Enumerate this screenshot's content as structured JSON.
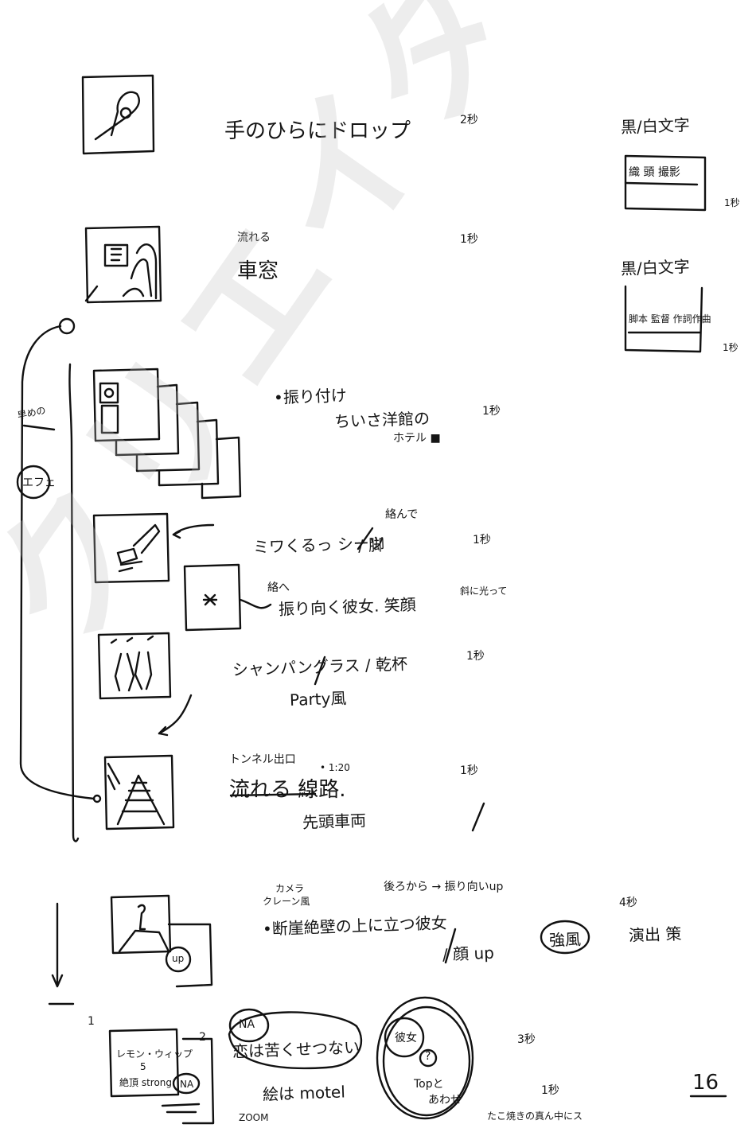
{
  "page": {
    "number": "16"
  },
  "watermark": {
    "text": "クリエイター総選挙ワイド"
  },
  "shots": [
    {
      "desc": "手のひらにドロップ",
      "dur": "2秒",
      "side_label": "黒/白文字",
      "side_box": "織 頭 撮影"
    },
    {
      "desc_a": "流れる",
      "desc_b": "車窓",
      "dur": "1秒",
      "side_label": "黒/白文字",
      "side_box": "脚本 監督 作詞作曲",
      "side_dur": "1秒"
    },
    {
      "desc_a": "•振り付け",
      "desc_b": "ちいさ洋館の",
      "desc_c": "ホテル ■",
      "dur": "1秒",
      "margin_a": "早めの",
      "margin_b": "エフェ"
    },
    {
      "note_top": "絡んで",
      "desc_a": "ミワくるっ シーツ",
      "desc_b": "/ 脚",
      "dur": "1秒",
      "note_sub": "絡へ",
      "desc_c": "振り向く彼女. 笑顔",
      "desc_d": "斜に光って"
    },
    {
      "desc_a": "シャンパングラス / 乾杯",
      "desc_b": "Party風",
      "dur": "1秒"
    },
    {
      "desc_a": "トンネル出口",
      "time": "• 1:20",
      "desc_b": "流れる 線路.",
      "desc_c": "先頭車両",
      "dur": "1秒"
    },
    {
      "note_a": "カメラ",
      "note_b": "クレーン風",
      "note_c": "後ろから → 振り向いup",
      "desc": "•断崖絶壁の上に立つ彼女",
      "desc_b": "/ 顔 up",
      "circle": "強風",
      "dur": "4秒",
      "side": "演出 策",
      "zoom": "up"
    }
  ],
  "bottom": {
    "num1": "1",
    "num2": "2",
    "panel1_a": "レモン・ウィップ",
    "panel1_b": "5",
    "panel1_c": "絶頂 strong",
    "na_badge": "NA",
    "na_title": "NA",
    "na_text": "恋は苦くせつない",
    "tagline": "絵は motel",
    "bubble_a": "彼女",
    "bubble_b": "?",
    "bubble_c": "Topと",
    "bubble_d": "あわせ",
    "zoom_note": "ZOOM",
    "dur_a": "3秒",
    "dur_b": "1秒",
    "foot_note": "たこ焼きの真ん中にス"
  }
}
